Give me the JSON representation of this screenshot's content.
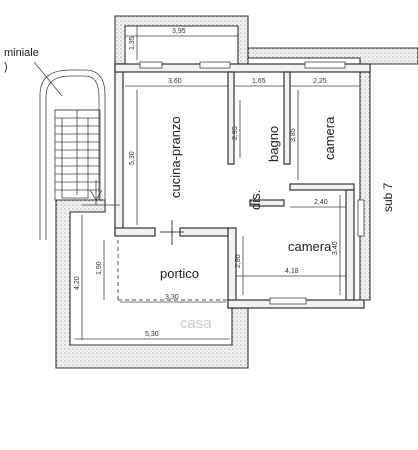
{
  "plan": {
    "rooms": {
      "kitchen": "cucina-pranzo",
      "bath": "bagno",
      "bedroom_top": "camera",
      "closet": "dis.",
      "bedroom_bottom": "camera",
      "porch": "portico"
    },
    "labels": {
      "stair_text_line1": "miniale",
      "stair_text_line2": ")",
      "sub": "sub 7"
    },
    "dimensions": {
      "top_width": "3,95",
      "top_height": "1,35",
      "kitchen_width": "3,60",
      "bath_width": "1,65",
      "camera_width": "2,25",
      "kitchen_height": "5,30",
      "bath_height": "2,95",
      "camera_height": "3,85",
      "closet_width": "2,40",
      "bedroom_height": "3,40",
      "bedroom_width": "4,18",
      "dis_height": "2,80",
      "porch_height": "1,90",
      "porch_width": "3,30",
      "outer_height": "4,20",
      "outer_width": "5,30"
    },
    "watermark": "casa"
  }
}
